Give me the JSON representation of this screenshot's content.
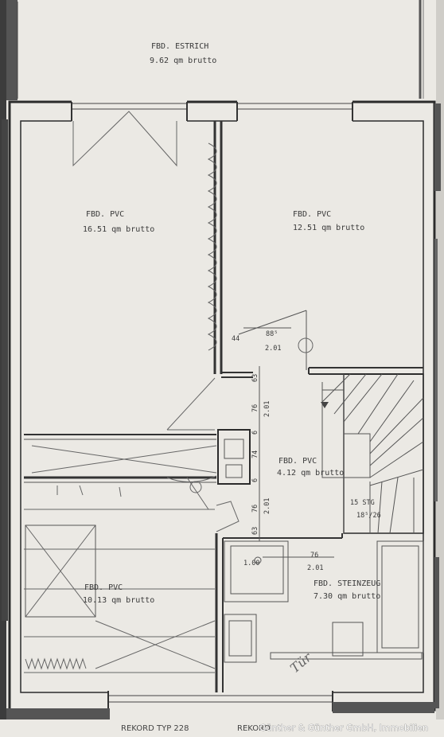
{
  "rooms": {
    "estrich": {
      "name": "FBD. ESTRICH",
      "area": "9.62 qm brutto"
    },
    "left_upper": {
      "name": "FBD. PVC",
      "area": "16.51 qm brutto"
    },
    "right_upper": {
      "name": "FBD. PVC",
      "area": "12.51 qm brutto"
    },
    "hall": {
      "name": "FBD. PVC",
      "area": "4.12 qm brutto"
    },
    "left_lower": {
      "name": "FBD. PVC",
      "area": "10.13 qm brutto"
    },
    "bath": {
      "name": "FBD. STEINZEUG",
      "area": "7.30 qm brutto"
    }
  },
  "dimensions": {
    "door_upper_width": "88⁵",
    "door_upper_height": "2.01",
    "wall_44": "44",
    "v_63_top": "63",
    "v_76_a": "76",
    "v_201_a": "2.01",
    "v_6_a": "6",
    "v_74": "74",
    "v_6_b": "6",
    "v_76_b": "76",
    "v_201_b": "2.01",
    "v_63_bottom": "63",
    "stairs_steps": "15 STG",
    "stairs_ratio": "18⁵/26",
    "bath_door_width": "76",
    "bath_door_height": "2.01",
    "value_100": "1.00"
  },
  "handwriting": "Tür",
  "footer": {
    "type_label": "REKORD  TYP 228",
    "type_label_2": "REKORD"
  },
  "watermark": "Günther & Günther GmbH, Immobilien"
}
